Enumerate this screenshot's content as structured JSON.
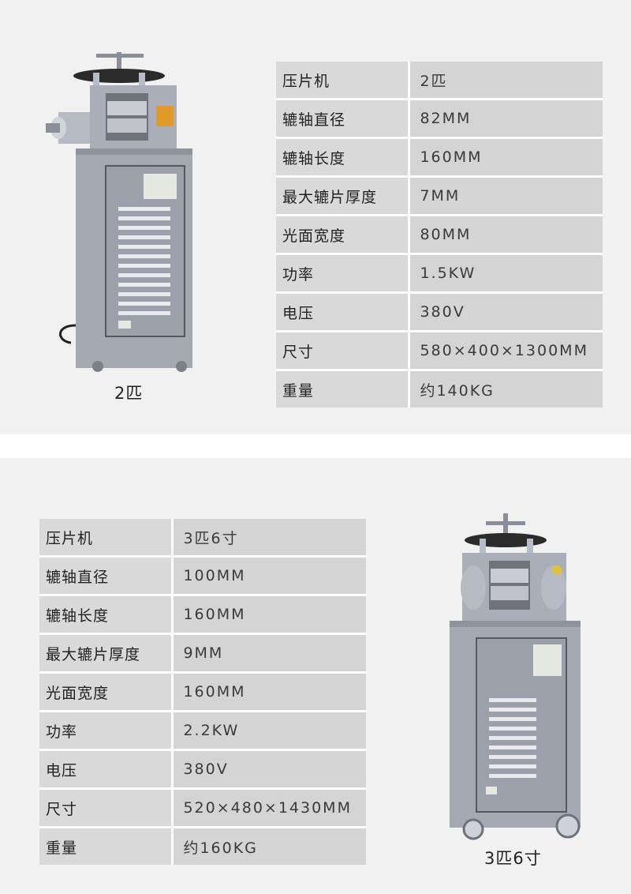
{
  "products": [
    {
      "caption": "2匹",
      "specs": [
        {
          "label": "压片机",
          "value": "2匹"
        },
        {
          "label": "辘轴直径",
          "value": "82MM"
        },
        {
          "label": "辘轴长度",
          "value": "160MM"
        },
        {
          "label": "最大辘片厚度",
          "value": "7MM"
        },
        {
          "label": "光面宽度",
          "value": "80MM"
        },
        {
          "label": "功率",
          "value": "1.5KW"
        },
        {
          "label": "电压",
          "value": "380V"
        },
        {
          "label": "尺寸",
          "value": "580×400×1300MM"
        },
        {
          "label": "重量",
          "value": "约140KG"
        }
      ]
    },
    {
      "caption": "3匹6寸",
      "specs": [
        {
          "label": "压片机",
          "value": "3匹6寸"
        },
        {
          "label": "辘轴直径",
          "value": "100MM"
        },
        {
          "label": "辘轴长度",
          "value": "160MM"
        },
        {
          "label": "最大辘片厚度",
          "value": "9MM"
        },
        {
          "label": "光面宽度",
          "value": "160MM"
        },
        {
          "label": "功率",
          "value": "2.2KW"
        },
        {
          "label": "电压",
          "value": "380V"
        },
        {
          "label": "尺寸",
          "value": "520×480×1430MM"
        },
        {
          "label": "重量",
          "value": "约160KG"
        }
      ]
    }
  ]
}
